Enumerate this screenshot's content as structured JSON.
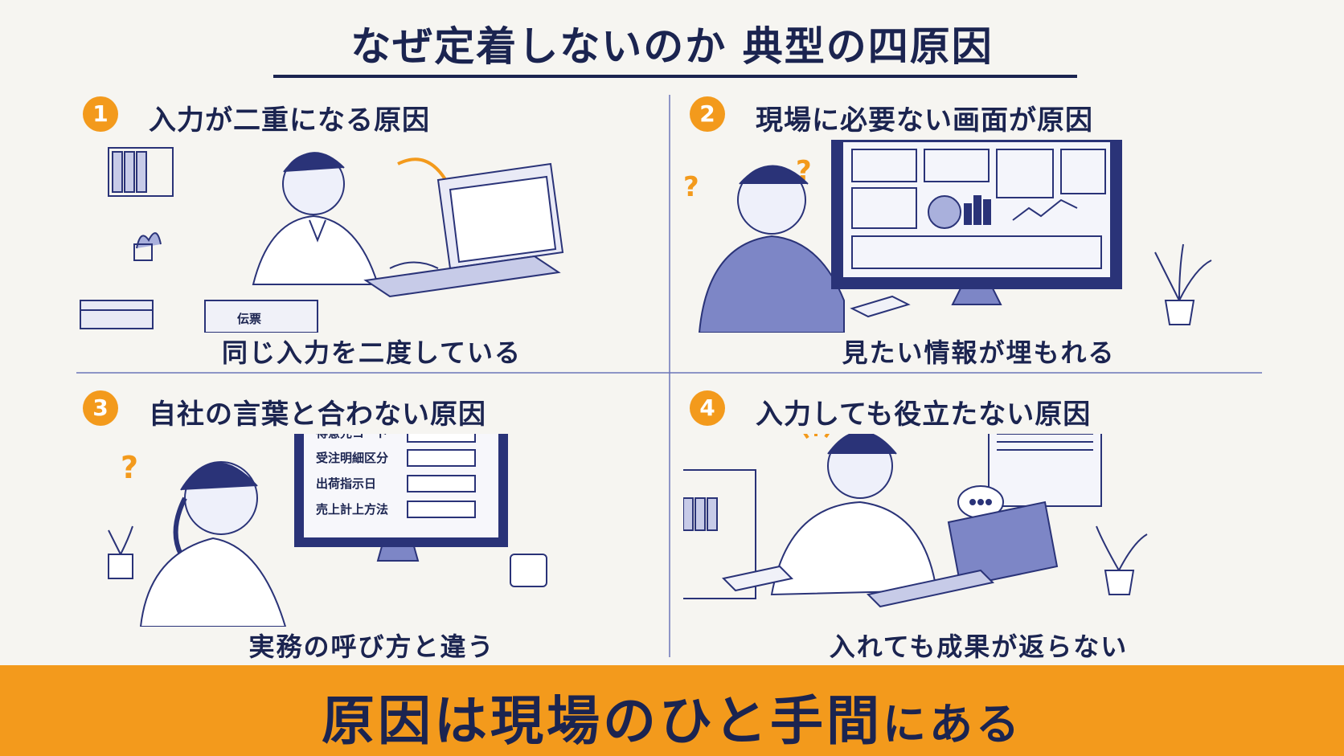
{
  "title": "なぜ定着しないのか 典型の四原因",
  "panels": [
    {
      "number": "1",
      "heading": "入力が二重になる原因",
      "caption": "同じ入力を二度している",
      "slip_label": "伝票"
    },
    {
      "number": "2",
      "heading": "現場に必要ない画面が原因",
      "caption": "見たい情報が埋もれる"
    },
    {
      "number": "3",
      "heading": "自社の言葉と合わない原因",
      "caption": "実務の呼び方と違う",
      "form_fields": [
        "得意先コード",
        "受注明細区分",
        "出荷指示日",
        "売上計上方法"
      ]
    },
    {
      "number": "4",
      "heading": "入力しても役立たない原因",
      "caption": "入れても成果が返らない"
    }
  ],
  "conclusion": {
    "main": "原因は現場のひと手間",
    "tail": "にある"
  },
  "colors": {
    "accent": "#f39a1c",
    "ink": "#1b2450",
    "background": "#f6f5f1"
  }
}
